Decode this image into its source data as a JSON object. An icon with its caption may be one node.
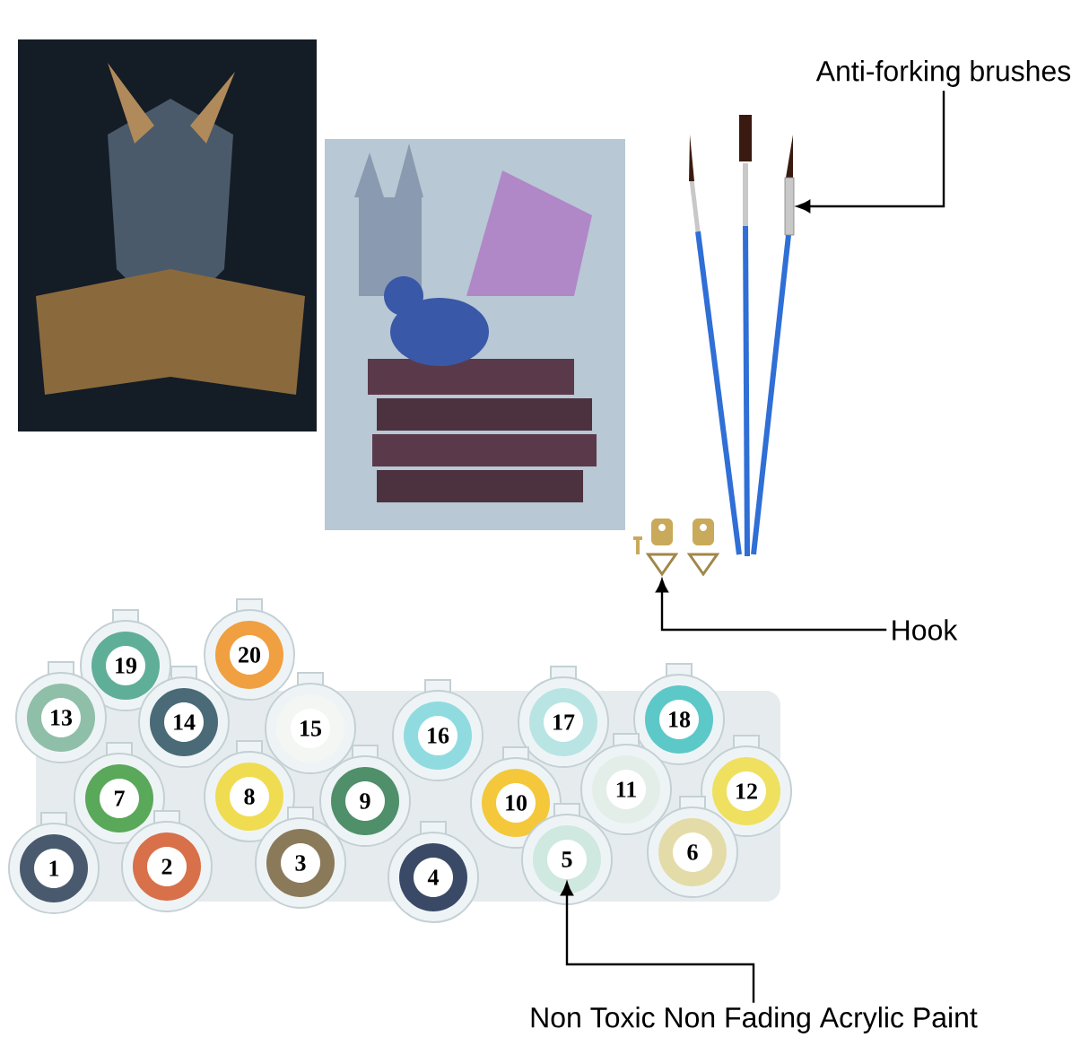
{
  "diagram": {
    "nodes": [
      {
        "text": [
          "Anti-forking brushes"
        ]
      },
      {
        "text": [],
        "shape": "brush"
      },
      {
        "text": [
          "Hook"
        ]
      },
      {
        "text": [],
        "shape": "hook"
      },
      {
        "text": [],
        "shape": "hook"
      },
      {
        "text": [
          "19"
        ]
      },
      {
        "text": [
          "20"
        ]
      },
      {
        "text": [
          "13"
        ]
      },
      {
        "text": [
          "14"
        ]
      },
      {
        "text": [
          "15"
        ]
      },
      {
        "text": [
          "16"
        ]
      },
      {
        "text": [
          "17"
        ]
      },
      {
        "text": [
          "18"
        ]
      },
      {
        "text": [
          "7"
        ]
      },
      {
        "text": [
          "8"
        ]
      },
      {
        "text": [
          "9"
        ]
      },
      {
        "text": [
          "10"
        ]
      },
      {
        "text": [
          "11"
        ]
      },
      {
        "text": [
          "12"
        ]
      },
      {
        "text": [
          "1"
        ]
      },
      {
        "text": [
          "2"
        ]
      },
      {
        "text": [
          "3"
        ]
      },
      {
        "text": [
          "4"
        ]
      },
      {
        "text": [
          "5"
        ]
      },
      {
        "text": [
          "6"
        ]
      },
      {
        "text": [
          "Non Toxic Non Fading Acrylic Paint"
        ]
      }
    ],
    "edges": [
      {
        "from": 0,
        "to": 1,
        "arrow": "to"
      },
      {
        "from": 2,
        "to": 3,
        "arrow": "to"
      },
      {
        "from": 25,
        "to": 23,
        "arrow": "to"
      }
    ]
  }
}
